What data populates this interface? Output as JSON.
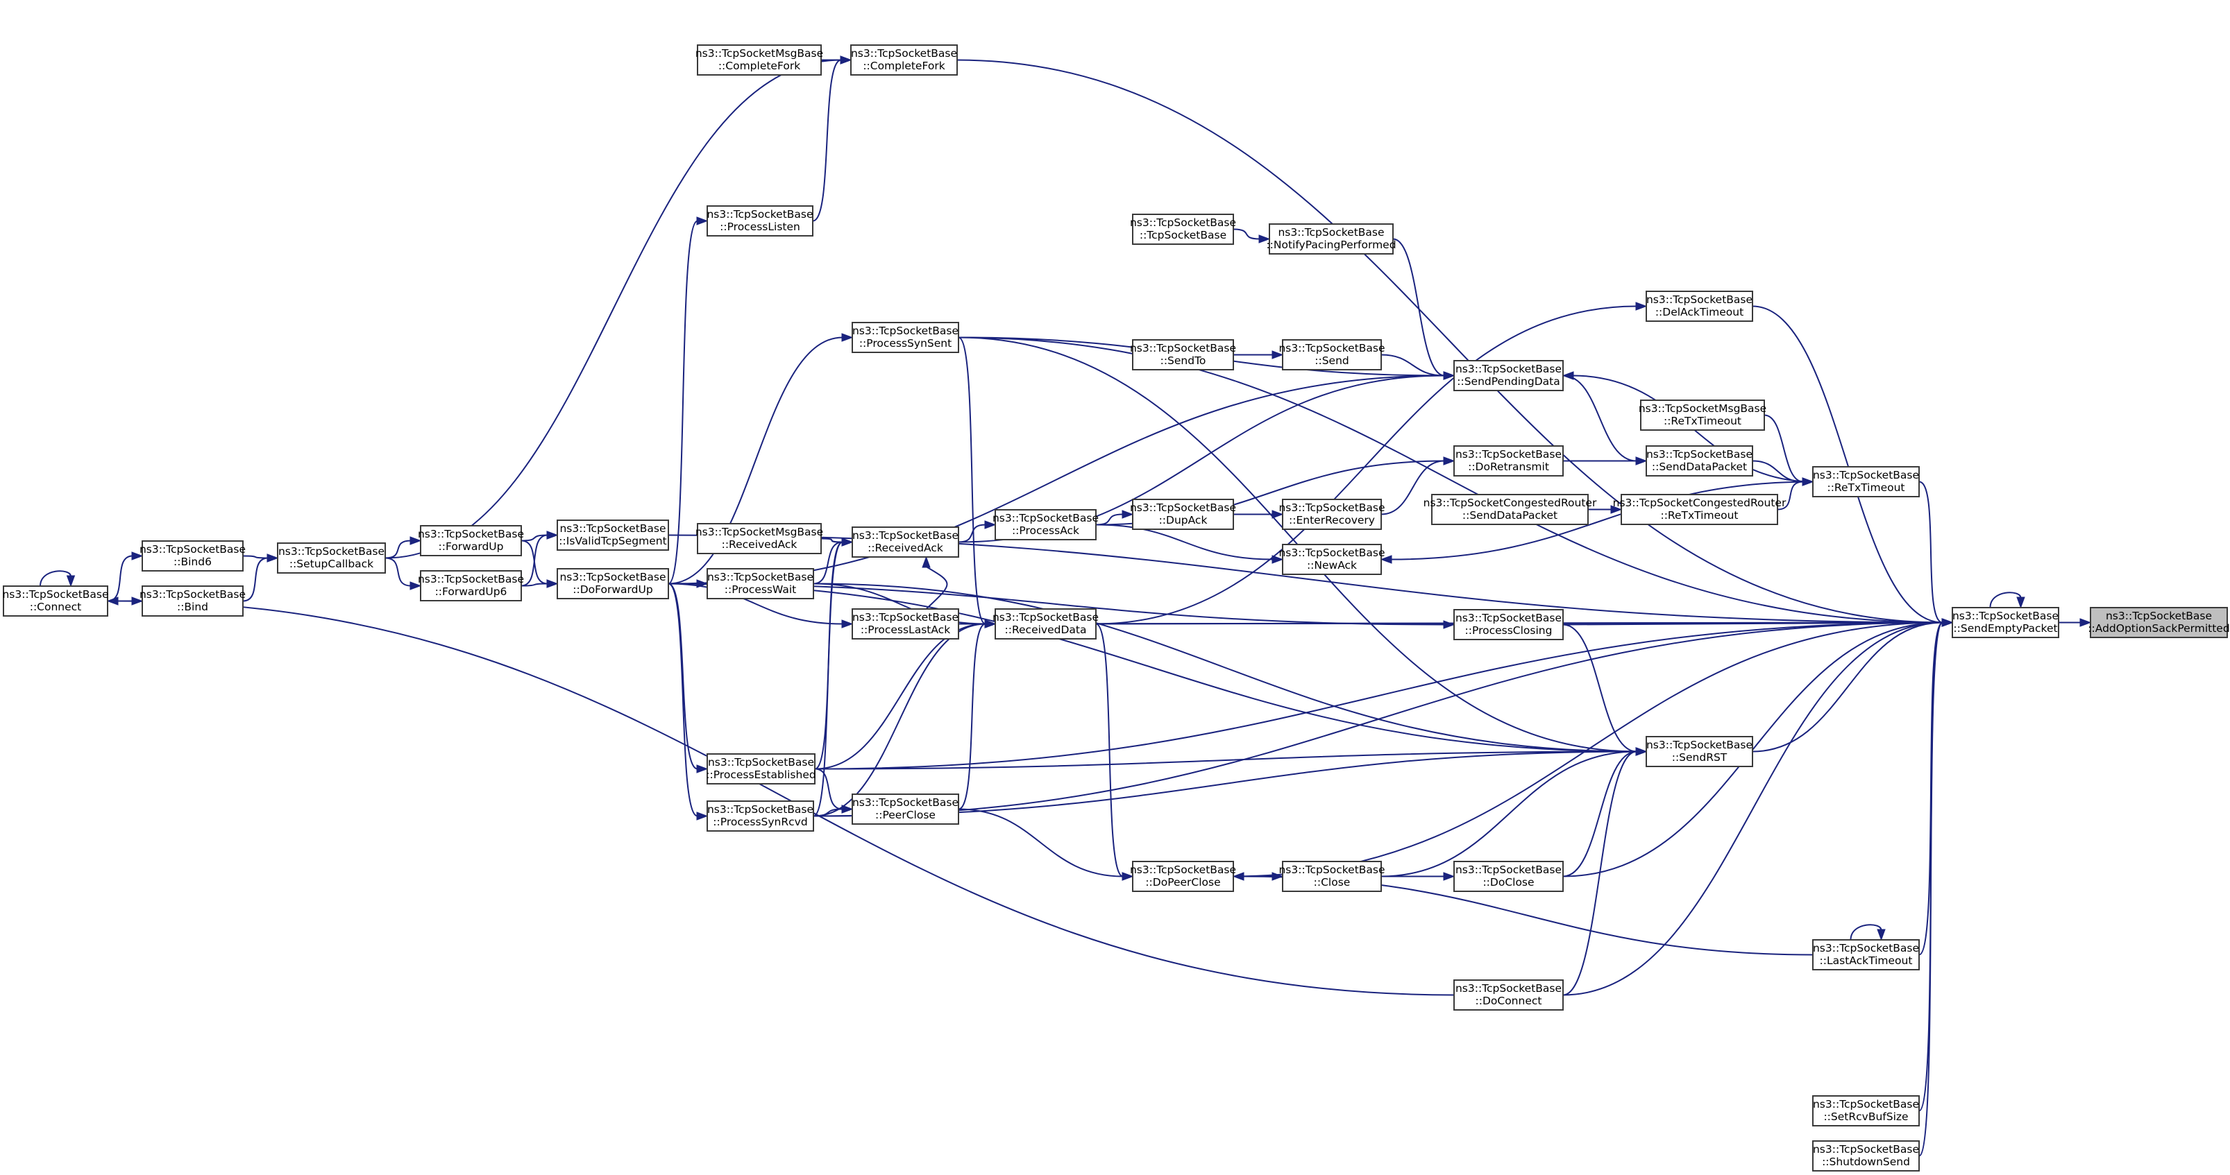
{
  "nodes": [
    {
      "id": "target",
      "class": "ns3::TcpSocketBase",
      "method": "::AddOptionSackPermitted",
      "highlight": true
    },
    {
      "id": "sendEmptyPacket",
      "class": "ns3::TcpSocketBase",
      "method": "::SendEmptyPacket"
    },
    {
      "id": "tcpSocketBaseCtor",
      "class": "ns3::TcpSocketBase",
      "method": "::TcpSocketBase"
    },
    {
      "id": "notifyPacing",
      "class": "ns3::TcpSocketBase",
      "method": "::NotifyPacingPerformed"
    },
    {
      "id": "sendTo",
      "class": "ns3::TcpSocketBase",
      "method": "::SendTo"
    },
    {
      "id": "send",
      "class": "ns3::TcpSocketBase",
      "method": "::Send"
    },
    {
      "id": "sendPendingData",
      "class": "ns3::TcpSocketBase",
      "method": "::SendPendingData"
    },
    {
      "id": "msgCompleteFork",
      "class": "ns3::TcpSocketMsgBase",
      "method": "::CompleteFork"
    },
    {
      "id": "completeFork",
      "class": "ns3::TcpSocketBase",
      "method": "::CompleteFork"
    },
    {
      "id": "processListen",
      "class": "ns3::TcpSocketBase",
      "method": "::ProcessListen"
    },
    {
      "id": "processSynSent",
      "class": "ns3::TcpSocketBase",
      "method": "::ProcessSynSent"
    },
    {
      "id": "delAckTimeout",
      "class": "ns3::TcpSocketBase",
      "method": "::DelAckTimeout"
    },
    {
      "id": "msgReTxTimeout",
      "class": "ns3::TcpSocketMsgBase",
      "method": "::ReTxTimeout"
    },
    {
      "id": "doRetransmit",
      "class": "ns3::TcpSocketBase",
      "method": "::DoRetransmit"
    },
    {
      "id": "sendDataPacket",
      "class": "ns3::TcpSocketBase",
      "method": "::SendDataPacket"
    },
    {
      "id": "reTxTimeout",
      "class": "ns3::TcpSocketBase",
      "method": "::ReTxTimeout"
    },
    {
      "id": "congSendDataPacket",
      "class": "ns3::TcpSocketCongestedRouter",
      "method": "::SendDataPacket"
    },
    {
      "id": "congReTxTimeout",
      "class": "ns3::TcpSocketCongestedRouter",
      "method": "::ReTxTimeout"
    },
    {
      "id": "dupAck",
      "class": "ns3::TcpSocketBase",
      "method": "::DupAck"
    },
    {
      "id": "enterRecovery",
      "class": "ns3::TcpSocketBase",
      "method": "::EnterRecovery"
    },
    {
      "id": "processAck",
      "class": "ns3::TcpSocketBase",
      "method": "::ProcessAck"
    },
    {
      "id": "newAck",
      "class": "ns3::TcpSocketBase",
      "method": "::NewAck"
    },
    {
      "id": "msgReceivedAck",
      "class": "ns3::TcpSocketMsgBase",
      "method": "::ReceivedAck"
    },
    {
      "id": "receivedAck",
      "class": "ns3::TcpSocketBase",
      "method": "::ReceivedAck"
    },
    {
      "id": "bind6",
      "class": "ns3::TcpSocketBase",
      "method": "::Bind6"
    },
    {
      "id": "bind",
      "class": "ns3::TcpSocketBase",
      "method": "::Bind"
    },
    {
      "id": "connect",
      "class": "ns3::TcpSocketBase",
      "method": "::Connect"
    },
    {
      "id": "setupCallback",
      "class": "ns3::TcpSocketBase",
      "method": "::SetupCallback"
    },
    {
      "id": "forwardUp",
      "class": "ns3::TcpSocketBase",
      "method": "::ForwardUp"
    },
    {
      "id": "forwardUp6",
      "class": "ns3::TcpSocketBase",
      "method": "::ForwardUp6"
    },
    {
      "id": "isValidTcpSegment",
      "class": "ns3::TcpSocketBase",
      "method": "::IsValidTcpSegment"
    },
    {
      "id": "doForwardUp",
      "class": "ns3::TcpSocketBase",
      "method": "::DoForwardUp"
    },
    {
      "id": "processWait",
      "class": "ns3::TcpSocketBase",
      "method": "::ProcessWait"
    },
    {
      "id": "processLastAck",
      "class": "ns3::TcpSocketBase",
      "method": "::ProcessLastAck"
    },
    {
      "id": "receivedData",
      "class": "ns3::TcpSocketBase",
      "method": "::ReceivedData"
    },
    {
      "id": "processClosing",
      "class": "ns3::TcpSocketBase",
      "method": "::ProcessClosing"
    },
    {
      "id": "sendRST",
      "class": "ns3::TcpSocketBase",
      "method": "::SendRST"
    },
    {
      "id": "processEstablished",
      "class": "ns3::TcpSocketBase",
      "method": "::ProcessEstablished"
    },
    {
      "id": "processSynRcvd",
      "class": "ns3::TcpSocketBase",
      "method": "::ProcessSynRcvd"
    },
    {
      "id": "peerClose",
      "class": "ns3::TcpSocketBase",
      "method": "::PeerClose"
    },
    {
      "id": "doPeerClose",
      "class": "ns3::TcpSocketBase",
      "method": "::DoPeerClose"
    },
    {
      "id": "close",
      "class": "ns3::TcpSocketBase",
      "method": "::Close"
    },
    {
      "id": "doClose",
      "class": "ns3::TcpSocketBase",
      "method": "::DoClose"
    },
    {
      "id": "lastAckTimeout",
      "class": "ns3::TcpSocketBase",
      "method": "::LastAckTimeout"
    },
    {
      "id": "doConnect",
      "class": "ns3::TcpSocketBase",
      "method": "::DoConnect"
    },
    {
      "id": "setRcvBufSize",
      "class": "ns3::TcpSocketBase",
      "method": "::SetRcvBufSize"
    },
    {
      "id": "shutdownSend",
      "class": "ns3::TcpSocketBase",
      "method": "::ShutdownSend"
    }
  ],
  "edges": [
    [
      "sendEmptyPacket",
      "target"
    ],
    [
      "sendEmptyPacket",
      "sendEmptyPacket"
    ],
    [
      "completeFork",
      "sendEmptyPacket"
    ],
    [
      "msgCompleteFork",
      "completeFork"
    ],
    [
      "processListen",
      "completeFork"
    ],
    [
      "setupCallback",
      "completeFork"
    ],
    [
      "tcpSocketBaseCtor",
      "notifyPacing"
    ],
    [
      "notifyPacing",
      "sendPendingData"
    ],
    [
      "sendTo",
      "send"
    ],
    [
      "send",
      "sendPendingData"
    ],
    [
      "processSynSent",
      "sendPendingData"
    ],
    [
      "doForwardUp",
      "sendPendingData"
    ],
    [
      "receivedAck",
      "sendPendingData"
    ],
    [
      "reTxTimeout",
      "sendPendingData"
    ],
    [
      "sendPendingData",
      "sendDataPacket"
    ],
    [
      "processAck",
      "doRetransmit"
    ],
    [
      "doRetransmit",
      "sendDataPacket"
    ],
    [
      "dupAck",
      "enterRecovery"
    ],
    [
      "enterRecovery",
      "doRetransmit"
    ],
    [
      "processAck",
      "dupAck"
    ],
    [
      "processAck",
      "newAck"
    ],
    [
      "reTxTimeout",
      "newAck"
    ],
    [
      "msgReTxTimeout",
      "reTxTimeout"
    ],
    [
      "sendDataPacket",
      "reTxTimeout"
    ],
    [
      "congSendDataPacket",
      "congReTxTimeout"
    ],
    [
      "congReTxTimeout",
      "reTxTimeout"
    ],
    [
      "reTxTimeout",
      "sendEmptyPacket"
    ],
    [
      "delAckTimeout",
      "sendEmptyPacket"
    ],
    [
      "receivedData",
      "delAckTimeout"
    ],
    [
      "receivedAck",
      "processAck"
    ],
    [
      "msgReceivedAck",
      "receivedAck"
    ],
    [
      "processWait",
      "receivedAck"
    ],
    [
      "processLastAck",
      "receivedAck"
    ],
    [
      "processEstablished",
      "receivedAck"
    ],
    [
      "processSynRcvd",
      "receivedAck"
    ],
    [
      "connect",
      "connect"
    ],
    [
      "connect",
      "bind6"
    ],
    [
      "connect",
      "bind"
    ],
    [
      "bind6",
      "setupCallback"
    ],
    [
      "bind",
      "setupCallback"
    ],
    [
      "setupCallback",
      "forwardUp"
    ],
    [
      "setupCallback",
      "forwardUp6"
    ],
    [
      "forwardUp",
      "isValidTcpSegment"
    ],
    [
      "forwardUp",
      "doForwardUp"
    ],
    [
      "forwardUp6",
      "isValidTcpSegment"
    ],
    [
      "forwardUp6",
      "doForwardUp"
    ],
    [
      "isValidTcpSegment",
      "sendEmptyPacket"
    ],
    [
      "doForwardUp",
      "processListen"
    ],
    [
      "doForwardUp",
      "processSynSent"
    ],
    [
      "doForwardUp",
      "processWait"
    ],
    [
      "doForwardUp",
      "processLastAck"
    ],
    [
      "doForwardUp",
      "processEstablished"
    ],
    [
      "doForwardUp",
      "processSynRcvd"
    ],
    [
      "doForwardUp",
      "processClosing"
    ],
    [
      "doForwardUp",
      "sendRST"
    ],
    [
      "processSynSent",
      "sendEmptyPacket"
    ],
    [
      "processSynSent",
      "receivedData"
    ],
    [
      "processSynSent",
      "sendRST"
    ],
    [
      "processWait",
      "receivedData"
    ],
    [
      "processWait",
      "sendRST"
    ],
    [
      "processLastAck",
      "receivedData"
    ],
    [
      "processLastAck",
      "sendEmptyPacket"
    ],
    [
      "processEstablished",
      "receivedData"
    ],
    [
      "processEstablished",
      "sendRST"
    ],
    [
      "processEstablished",
      "sendEmptyPacket"
    ],
    [
      "processSynRcvd",
      "receivedData"
    ],
    [
      "processSynRcvd",
      "peerClose"
    ],
    [
      "processSynRcvd",
      "sendRST"
    ],
    [
      "processSynRcvd",
      "sendEmptyPacket"
    ],
    [
      "processEstablished",
      "peerClose"
    ],
    [
      "peerClose",
      "receivedData"
    ],
    [
      "peerClose",
      "doPeerClose"
    ],
    [
      "receivedData",
      "doPeerClose"
    ],
    [
      "receivedData",
      "sendEmptyPacket"
    ],
    [
      "processClosing",
      "sendEmptyPacket"
    ],
    [
      "processClosing",
      "sendRST"
    ],
    [
      "sendRST",
      "sendEmptyPacket"
    ],
    [
      "doPeerClose",
      "close"
    ],
    [
      "doPeerClose",
      "sendEmptyPacket"
    ],
    [
      "close",
      "doClose"
    ],
    [
      "close",
      "sendRST"
    ],
    [
      "doClose",
      "sendRST"
    ],
    [
      "doClose",
      "sendEmptyPacket"
    ],
    [
      "lastAckTimeout",
      "doPeerClose"
    ],
    [
      "lastAckTimeout",
      "lastAckTimeout"
    ],
    [
      "lastAckTimeout",
      "sendEmptyPacket"
    ],
    [
      "doConnect",
      "connect"
    ],
    [
      "doConnect",
      "sendEmptyPacket"
    ],
    [
      "doConnect",
      "sendRST"
    ],
    [
      "setRcvBufSize",
      "sendEmptyPacket"
    ],
    [
      "shutdownSend",
      "sendEmptyPacket"
    ]
  ]
}
